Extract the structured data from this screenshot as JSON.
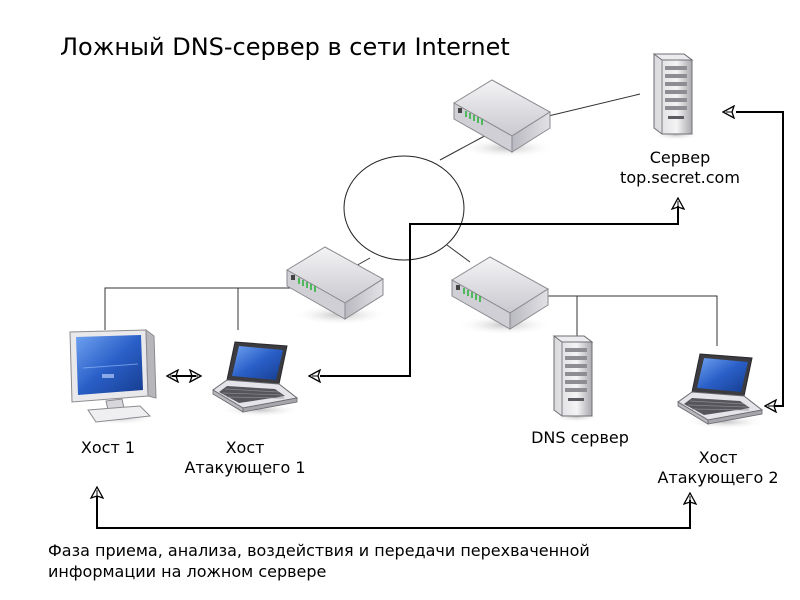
{
  "title": "Ложный DNS-сервер в сети Internet",
  "labels": {
    "server_line1": "Сервер",
    "server_line2": "top.secret.com",
    "host1": "Хост 1",
    "attacker1_line1": "Хост",
    "attacker1_line2": "Атакующего 1",
    "dns_server": "DNS сервер",
    "attacker2_line1": "Хост",
    "attacker2_line2": "Атакующего 2"
  },
  "caption_line1": "Фаза приема, анализа, воздействия и передачи перехваченной",
  "caption_line2": "информации на ложном сервере",
  "icons": [
    "router-icon",
    "server-tower-icon",
    "monitor-icon",
    "laptop-icon",
    "network-cloud-icon"
  ],
  "colors": {
    "router_body": "#d8d8dc",
    "router_led": "#2db53f",
    "screen": "#2a5fc8",
    "line": "#333333",
    "arrow": "#000000"
  }
}
